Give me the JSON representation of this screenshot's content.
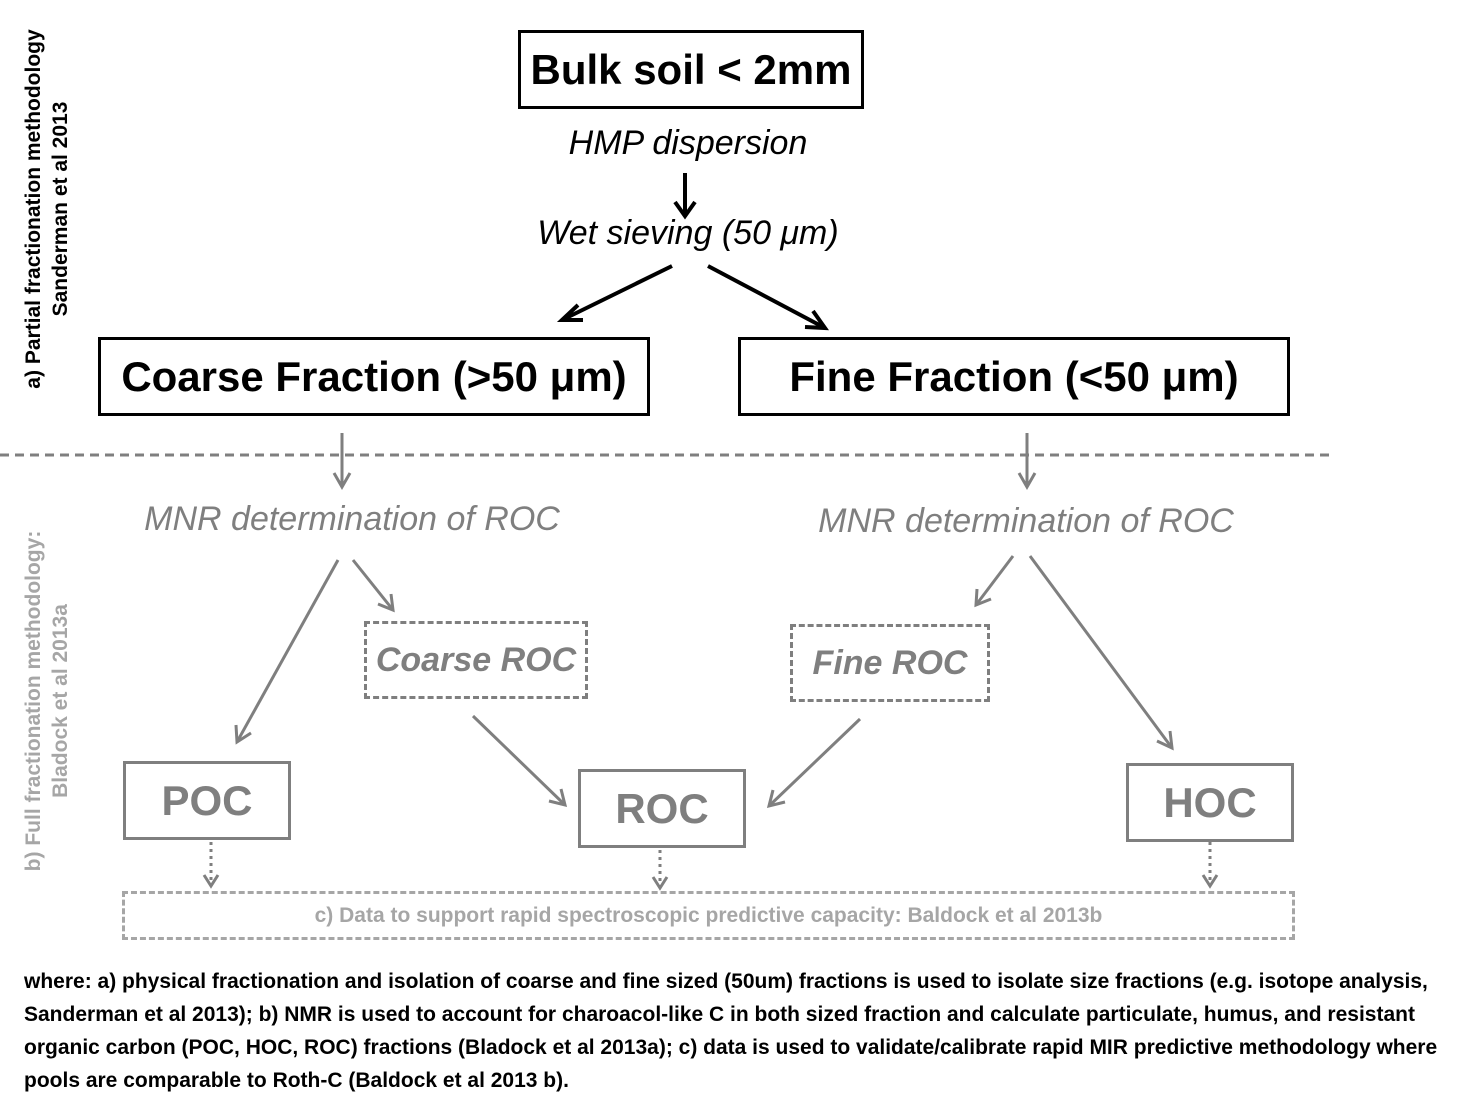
{
  "side_labels": {
    "a_line1": "a) Partial fractionation methodology",
    "a_line2": "Sanderman et al 2013",
    "b_line1": "b) Full fractionation methodology:",
    "b_line2": "Bladock et al 2013a"
  },
  "nodes": {
    "bulk_soil": "Bulk soil < 2mm",
    "hmp_dispersion": "HMP dispersion",
    "wet_sieving": "Wet sieving (50 μm)",
    "coarse_fraction": "Coarse Fraction (>50 μm)",
    "fine_fraction": "Fine Fraction (<50 μm)",
    "mnr_left": "MNR determination of ROC",
    "mnr_right": "MNR determination of ROC",
    "coarse_roc": "Coarse ROC",
    "fine_roc": "Fine ROC",
    "poc": "POC",
    "roc": "ROC",
    "hoc": "HOC",
    "data_support": "c) Data to support rapid spectroscopic predictive capacity: Baldock et al 2013b"
  },
  "caption": "where: a) physical fractionation and isolation of coarse and fine sized (50um) fractions is used to isolate size fractions (e.g. isotope analysis, Sanderman et al 2013); b) NMR is used to account for charoacol-like C in both sized fraction and calculate particulate, humus, and resistant organic carbon (POC, HOC, ROC) fractions (Bladock et al 2013a); c) data is used to validate/calibrate rapid MIR predictive methodology where pools are comparable to Roth-C (Baldock et al 2013 b).",
  "colors": {
    "black": "#000000",
    "grey": "#7f7f7f",
    "light_grey": "#a6a6a6"
  }
}
